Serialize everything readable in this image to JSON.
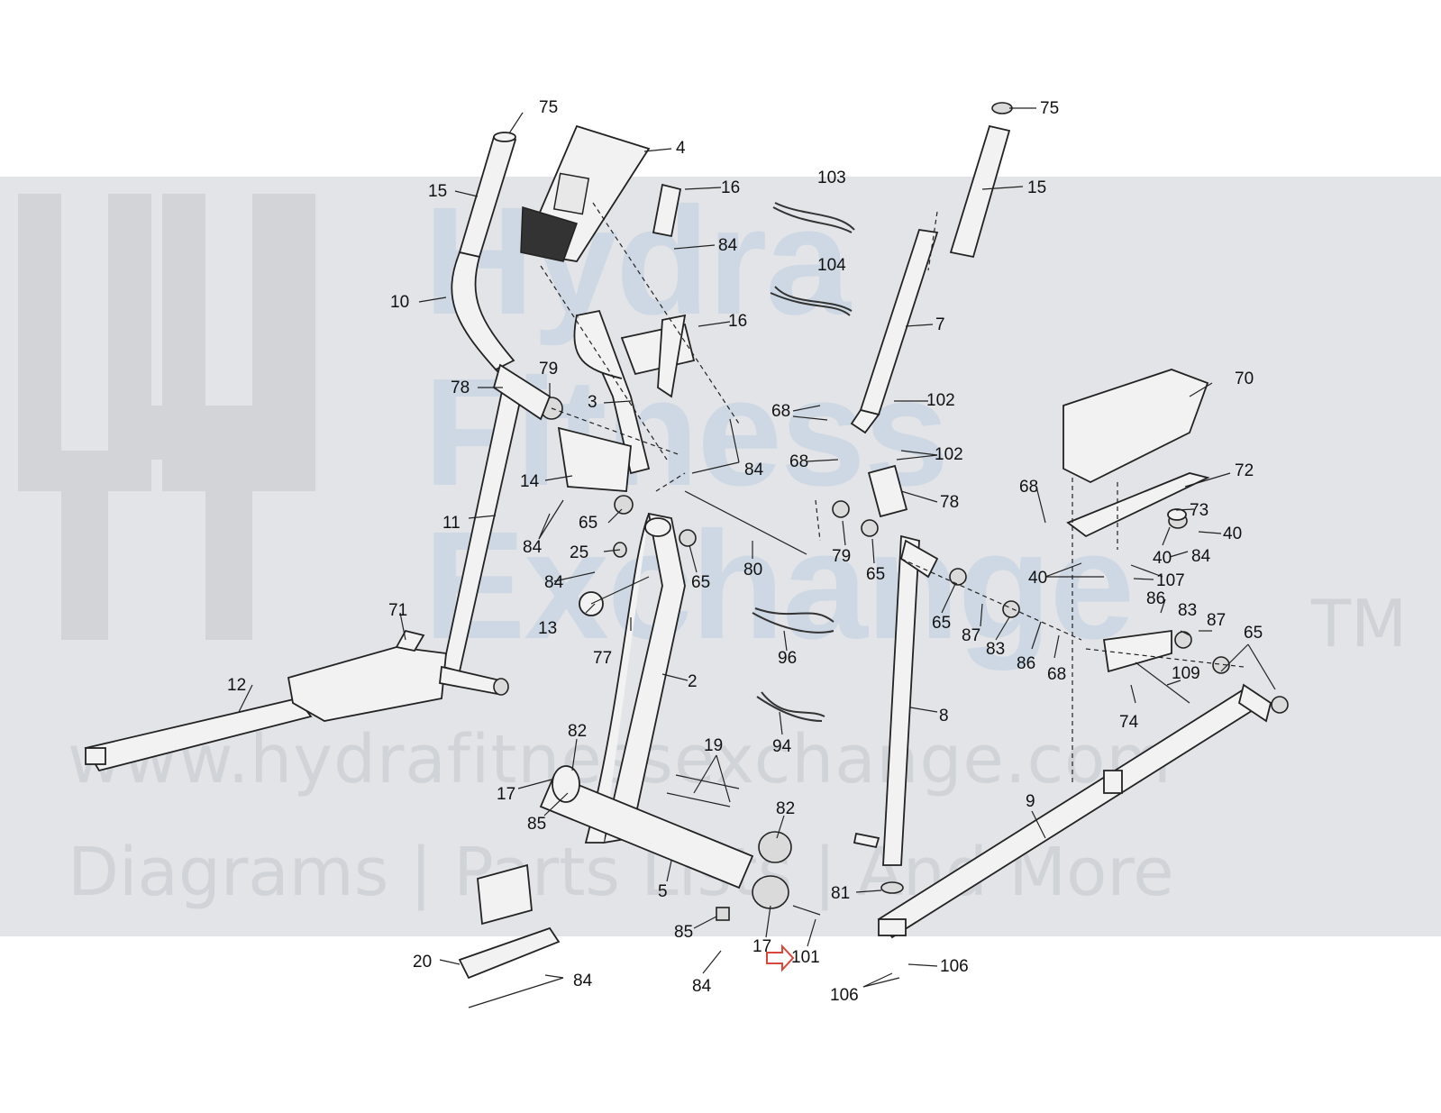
{
  "watermark": {
    "brand_word_1": "Hydra",
    "brand_word_2": "Fitness",
    "brand_word_3": "Exchange",
    "trademark": "TM",
    "url": "www.hydrafitnessexchange.com",
    "tagline": "Diagrams | Parts Lists | And More"
  },
  "callouts": {
    "c75a": "75",
    "c4": "4",
    "c15a": "15",
    "c16a": "16",
    "c103": "103",
    "c84a": "84",
    "c104": "104",
    "c10": "10",
    "c16b": "16",
    "c75b": "75",
    "c15b": "15",
    "c7": "7",
    "c78a": "78",
    "c79a": "79",
    "c3": "3",
    "c68a": "68",
    "c102a": "102",
    "c102b": "102",
    "c70": "70",
    "c68b": "68",
    "c84b": "84",
    "c14": "14",
    "c72": "72",
    "c78b": "78",
    "c68c": "68",
    "c73": "73",
    "c11": "11",
    "c65a": "65",
    "c84c": "84",
    "c40a": "40",
    "c40b": "40",
    "c84d": "84",
    "c25": "25",
    "c65b": "65",
    "c80": "80",
    "c79b": "79",
    "c65c": "65",
    "c40c": "40",
    "c107": "107",
    "c84e": "84",
    "c71": "71",
    "c13": "13",
    "c96": "96",
    "c65d": "65",
    "c87a": "87",
    "c83a": "83",
    "c86a": "86",
    "c86b": "86",
    "c83b": "83",
    "c87b": "87",
    "c65e": "65",
    "c77": "77",
    "c68d": "68",
    "c109": "109",
    "c12": "12",
    "c2": "2",
    "c74": "74",
    "c8": "8",
    "c94": "94",
    "c82a": "82",
    "c19": "19",
    "c17a": "17",
    "c85a": "85",
    "c9": "9",
    "c82b": "82",
    "c5": "5",
    "c81": "81",
    "c85b": "85",
    "c17b": "17",
    "c101": "101",
    "c20": "20",
    "c84f": "84",
    "c84g": "84",
    "c106a": "106",
    "c106b": "106"
  },
  "colors": {
    "watermark_band": "#e3e4e7",
    "watermark_text": "#cdd8e4",
    "indicator_arrow": "#d9463c",
    "line_art": "#222222"
  }
}
